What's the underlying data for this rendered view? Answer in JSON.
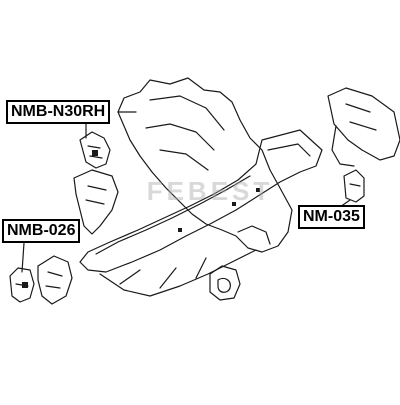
{
  "labels": {
    "nmb_n30rh": "NMB-N30RH",
    "nmb_026": "NMB-026",
    "nm_035": "NM-035"
  },
  "watermark": "FEBEST",
  "colors": {
    "line": "#1a1a1a",
    "background": "#ffffff",
    "label_border": "#000000"
  }
}
